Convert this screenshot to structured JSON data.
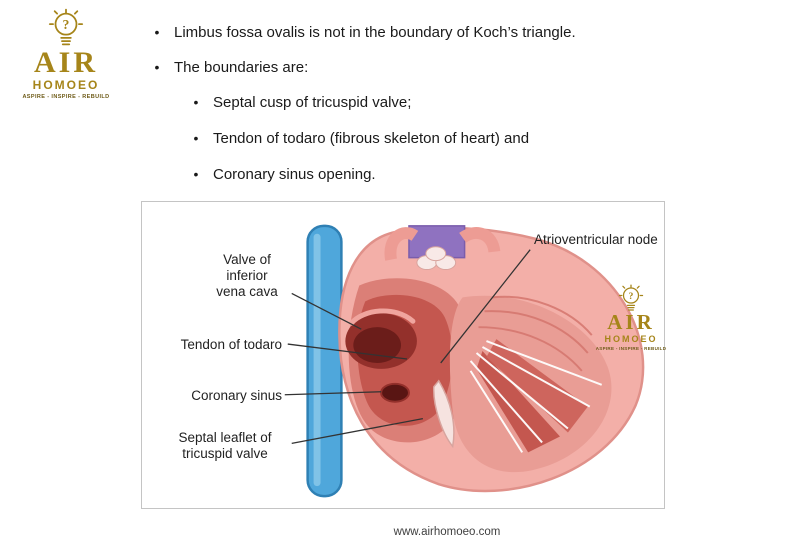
{
  "logo": {
    "name": "AIR",
    "word": "HOMOEO",
    "tagline": "ASPIRE - INSPIRE - REBUILD",
    "question_mark": "?"
  },
  "slide": {
    "bullet_char": "•",
    "bullets": [
      {
        "text": "Limbus fossa ovalis is not in the boundary of Koch’s triangle."
      },
      {
        "text": "The boundaries are:"
      },
      {
        "text": "Septal cusp of tricuspid valve;"
      },
      {
        "text": "Tendon of todaro (fibrous skeleton of heart) and"
      },
      {
        "text": "Coronary sinus opening."
      }
    ]
  },
  "figure": {
    "labels": {
      "av_node": "Atrioventricular node",
      "ivc_valve": "Valve of inferior vena cava",
      "tendon_of_todaro": "Tendon of todaro",
      "coronary_sinus": "Coronary sinus",
      "septal_leaflet": "Septal leaflet of tricuspid valve"
    }
  },
  "footer": {
    "url": "www.airhomoeo.com"
  },
  "colors": {
    "logo_gold": "#A6851A",
    "heart_pink": "#F3AFA8",
    "heart_red": "#C4574F",
    "dark_opening": "#6B1D1A",
    "vein_blue": "#4FA7DB",
    "vessel_purple": "#8F72C0"
  }
}
